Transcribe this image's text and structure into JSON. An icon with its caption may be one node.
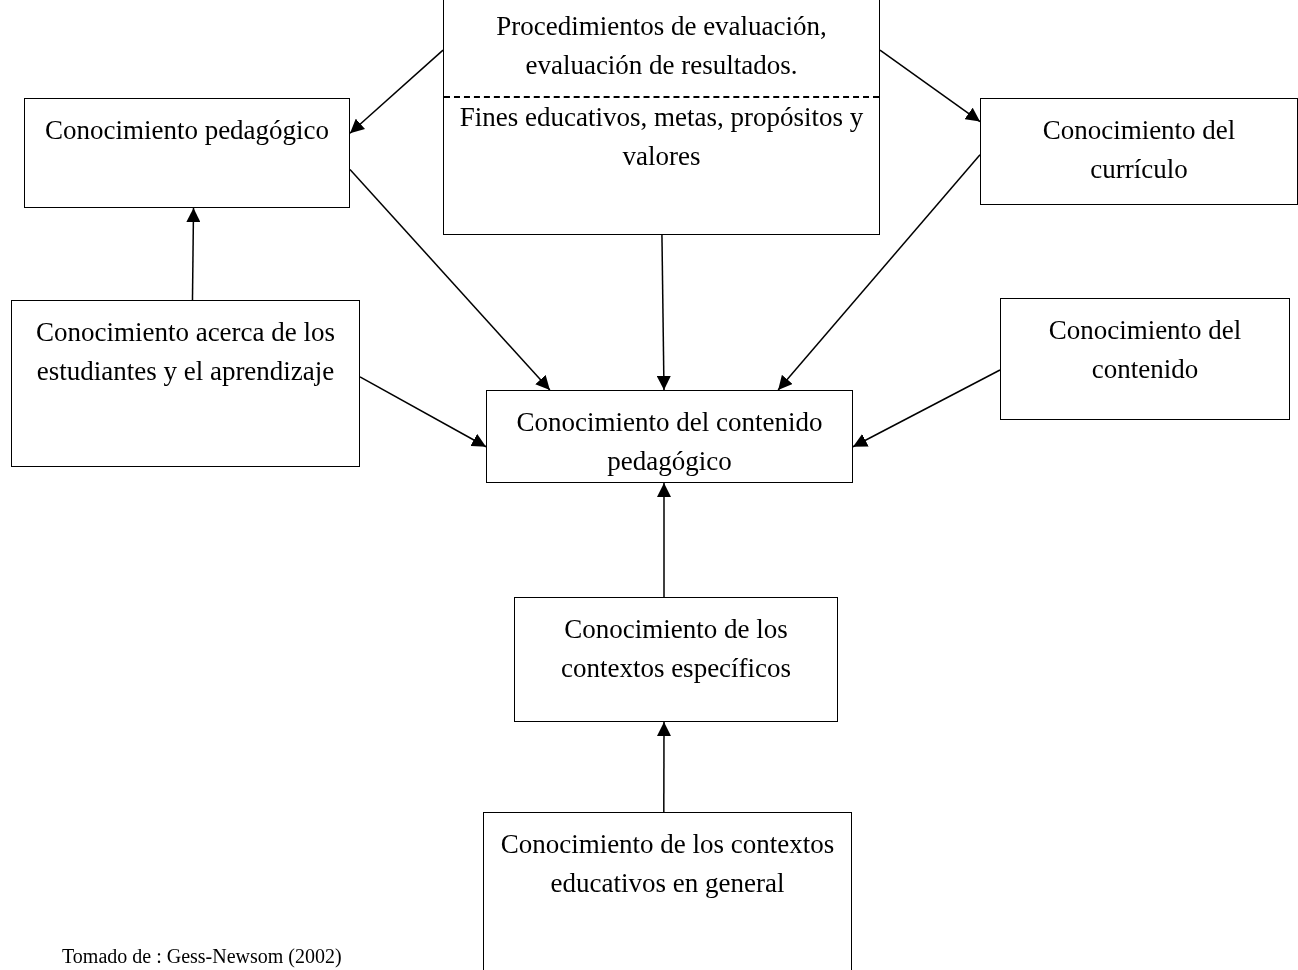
{
  "diagram": {
    "nodes": [
      {
        "text": [
          "Procedimientos de evaluación, evaluación de resultados.",
          "Fines educativos, metas, propósitos y valores"
        ]
      },
      {
        "text": [
          "Conocimiento pedagógico"
        ]
      },
      {
        "text": [
          "Conocimiento del currículo"
        ]
      },
      {
        "text": [
          "Conocimiento acerca de los estudiantes y el aprendizaje"
        ]
      },
      {
        "text": [
          "Conocimiento del contenido pedagógico"
        ]
      },
      {
        "text": [
          "Conocimiento del contenido"
        ]
      },
      {
        "text": [
          "Conocimiento de los contextos específicos"
        ]
      },
      {
        "text": [
          "Conocimiento de los contextos educativos en general"
        ]
      }
    ],
    "edges": [
      {
        "from": 0,
        "to": 1,
        "arrow": "to"
      },
      {
        "from": 0,
        "to": 2,
        "arrow": "to"
      },
      {
        "from": 1,
        "to": 4,
        "arrow": "to"
      },
      {
        "from": 0,
        "to": 4,
        "arrow": "to"
      },
      {
        "from": 2,
        "to": 4,
        "arrow": "to"
      },
      {
        "from": 3,
        "to": 1,
        "arrow": "to"
      },
      {
        "from": 3,
        "to": 4,
        "arrow": "to"
      },
      {
        "from": 5,
        "to": 4,
        "arrow": "to"
      },
      {
        "from": 6,
        "to": 4,
        "arrow": "to"
      },
      {
        "from": 7,
        "to": 6,
        "arrow": "to"
      }
    ],
    "labels": [
      "Tomado de : Gess-Newsom (2002)"
    ]
  }
}
